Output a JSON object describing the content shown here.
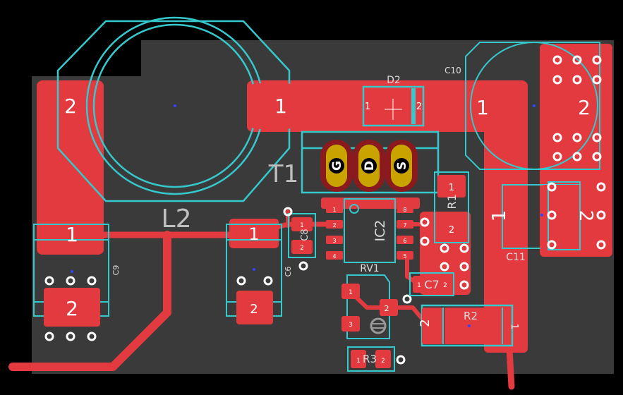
{
  "components": {
    "L2": {
      "designator": "L2",
      "pad1": "1",
      "pad2": "2"
    },
    "T1": {
      "designator": "T1",
      "pin_g": "G",
      "pin_d": "D",
      "pin_s": "S"
    },
    "D2": {
      "designator": "D2",
      "pad1": "1",
      "pad2": "2"
    },
    "C10": {
      "designator": "C10",
      "pad1": "1",
      "pad2": "2"
    },
    "C9": {
      "designator": "C9",
      "pad1": "1",
      "pad2": "2"
    },
    "C6": {
      "designator": "C6",
      "pad1": "1",
      "pad2": "2"
    },
    "C8": {
      "designator": "C8",
      "pad1": "1",
      "pad2": "2"
    },
    "IC2": {
      "designator": "IC2",
      "pins": [
        "1",
        "2",
        "3",
        "4",
        "5",
        "6",
        "7",
        "8"
      ]
    },
    "R1": {
      "designator": "R1"
    },
    "C11": {
      "designator": "C11",
      "pad1": "1",
      "pad2": "2"
    },
    "RV1": {
      "designator": "RV1",
      "pins": [
        "1",
        "2",
        "3"
      ]
    },
    "C7": {
      "designator": "C7",
      "pad1": "1",
      "pad2": "2"
    },
    "R2": {
      "designator": "R2",
      "pad1": "2",
      "pad2": "1"
    },
    "R3": {
      "designator": "R3",
      "pad1": "1",
      "pad2": "2"
    }
  },
  "colors": {
    "background": "#000000",
    "board": "#3a3a3a",
    "copper": "#e23a3e",
    "silkscreen": "#35c8cc",
    "transistor_body": "#8a1a1e",
    "transistor_pad": "#c9a400"
  }
}
